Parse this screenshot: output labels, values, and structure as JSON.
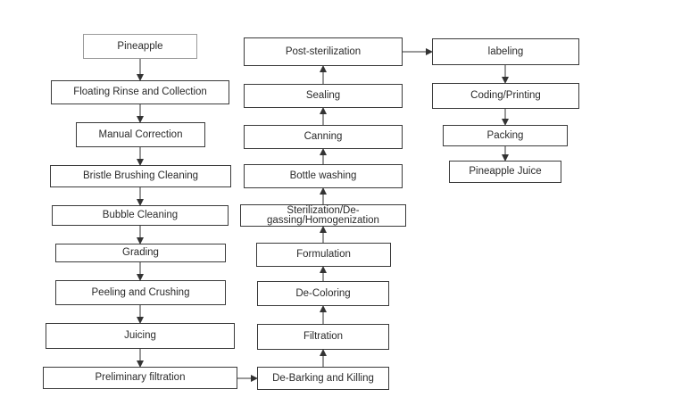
{
  "steps": {
    "pineapple": "Pineapple",
    "floating_rinse": "Floating Rinse and Collection",
    "manual_correction": "Manual Correction",
    "bristle_brushing": "Bristle Brushing Cleaning",
    "bubble_cleaning": "Bubble Cleaning",
    "grading": "Grading",
    "peeling_crushing": "Peeling and Crushing",
    "juicing": "Juicing",
    "preliminary_filtration": "Preliminary filtration",
    "de_barking": "De-Barking and Killing",
    "filtration": "Filtration",
    "de_coloring": "De-Coloring",
    "formulation": "Formulation",
    "sterilization": "Sterilization/De-gassing/Homogenization",
    "bottle_washing": "Bottle washing",
    "canning": "Canning",
    "sealing": "Sealing",
    "post_sterilization": "Post-sterilization",
    "labeling": "labeling",
    "coding_printing": "Coding/Printing",
    "packing": "Packing",
    "pineapple_juice": "Pineapple Juice"
  },
  "colors": {
    "stroke": "#3a3a3a",
    "text": "#2a2a2a",
    "background": "#ffffff"
  }
}
